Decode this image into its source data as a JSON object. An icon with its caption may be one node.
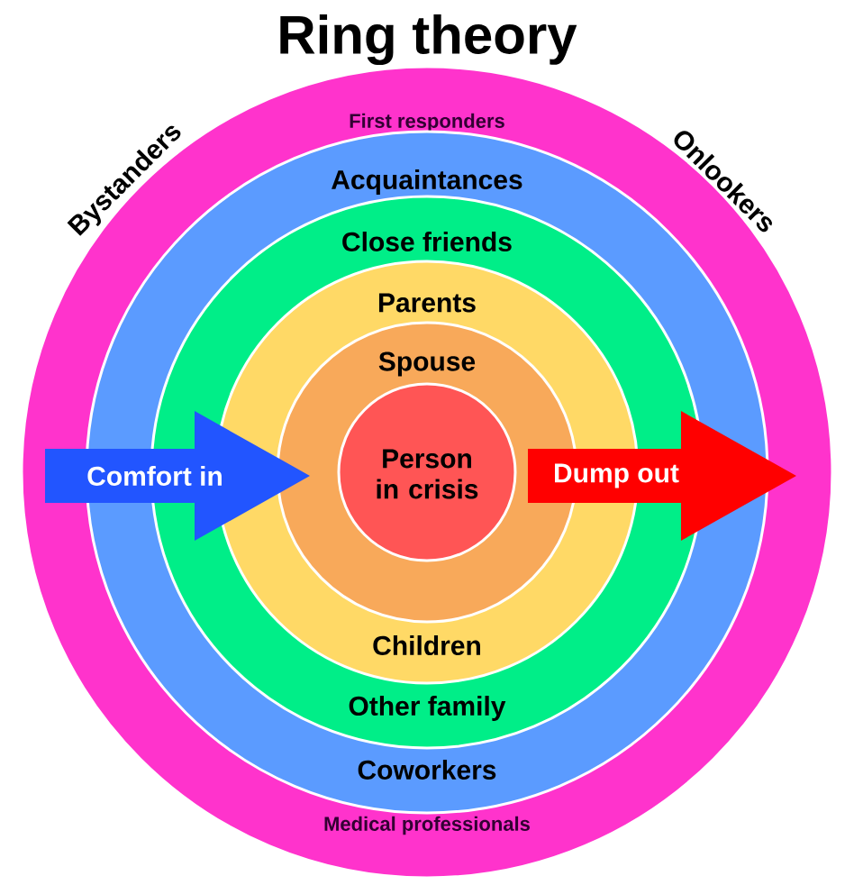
{
  "diagram": {
    "title": "Ring theory",
    "nodes": [
      {
        "text": [
          "First responders",
          "Medical professionals"
        ]
      },
      {
        "text": [
          "Acquaintances",
          "Coworkers"
        ],
        "in": 0
      },
      {
        "text": [
          "Close friends",
          "Other family"
        ],
        "in": 1
      },
      {
        "text": [
          "Parents",
          "Children"
        ],
        "in": 2
      },
      {
        "text": [
          "Spouse"
        ],
        "in": 3
      },
      {
        "text": [
          "Person in crisis"
        ],
        "in": 4
      },
      {
        "text": [
          "Comfort in"
        ],
        "in": 0
      },
      {
        "text": [
          "Dump out"
        ],
        "in": 0
      }
    ],
    "labels": [
      "Bystanders",
      "Onlookers"
    ]
  }
}
